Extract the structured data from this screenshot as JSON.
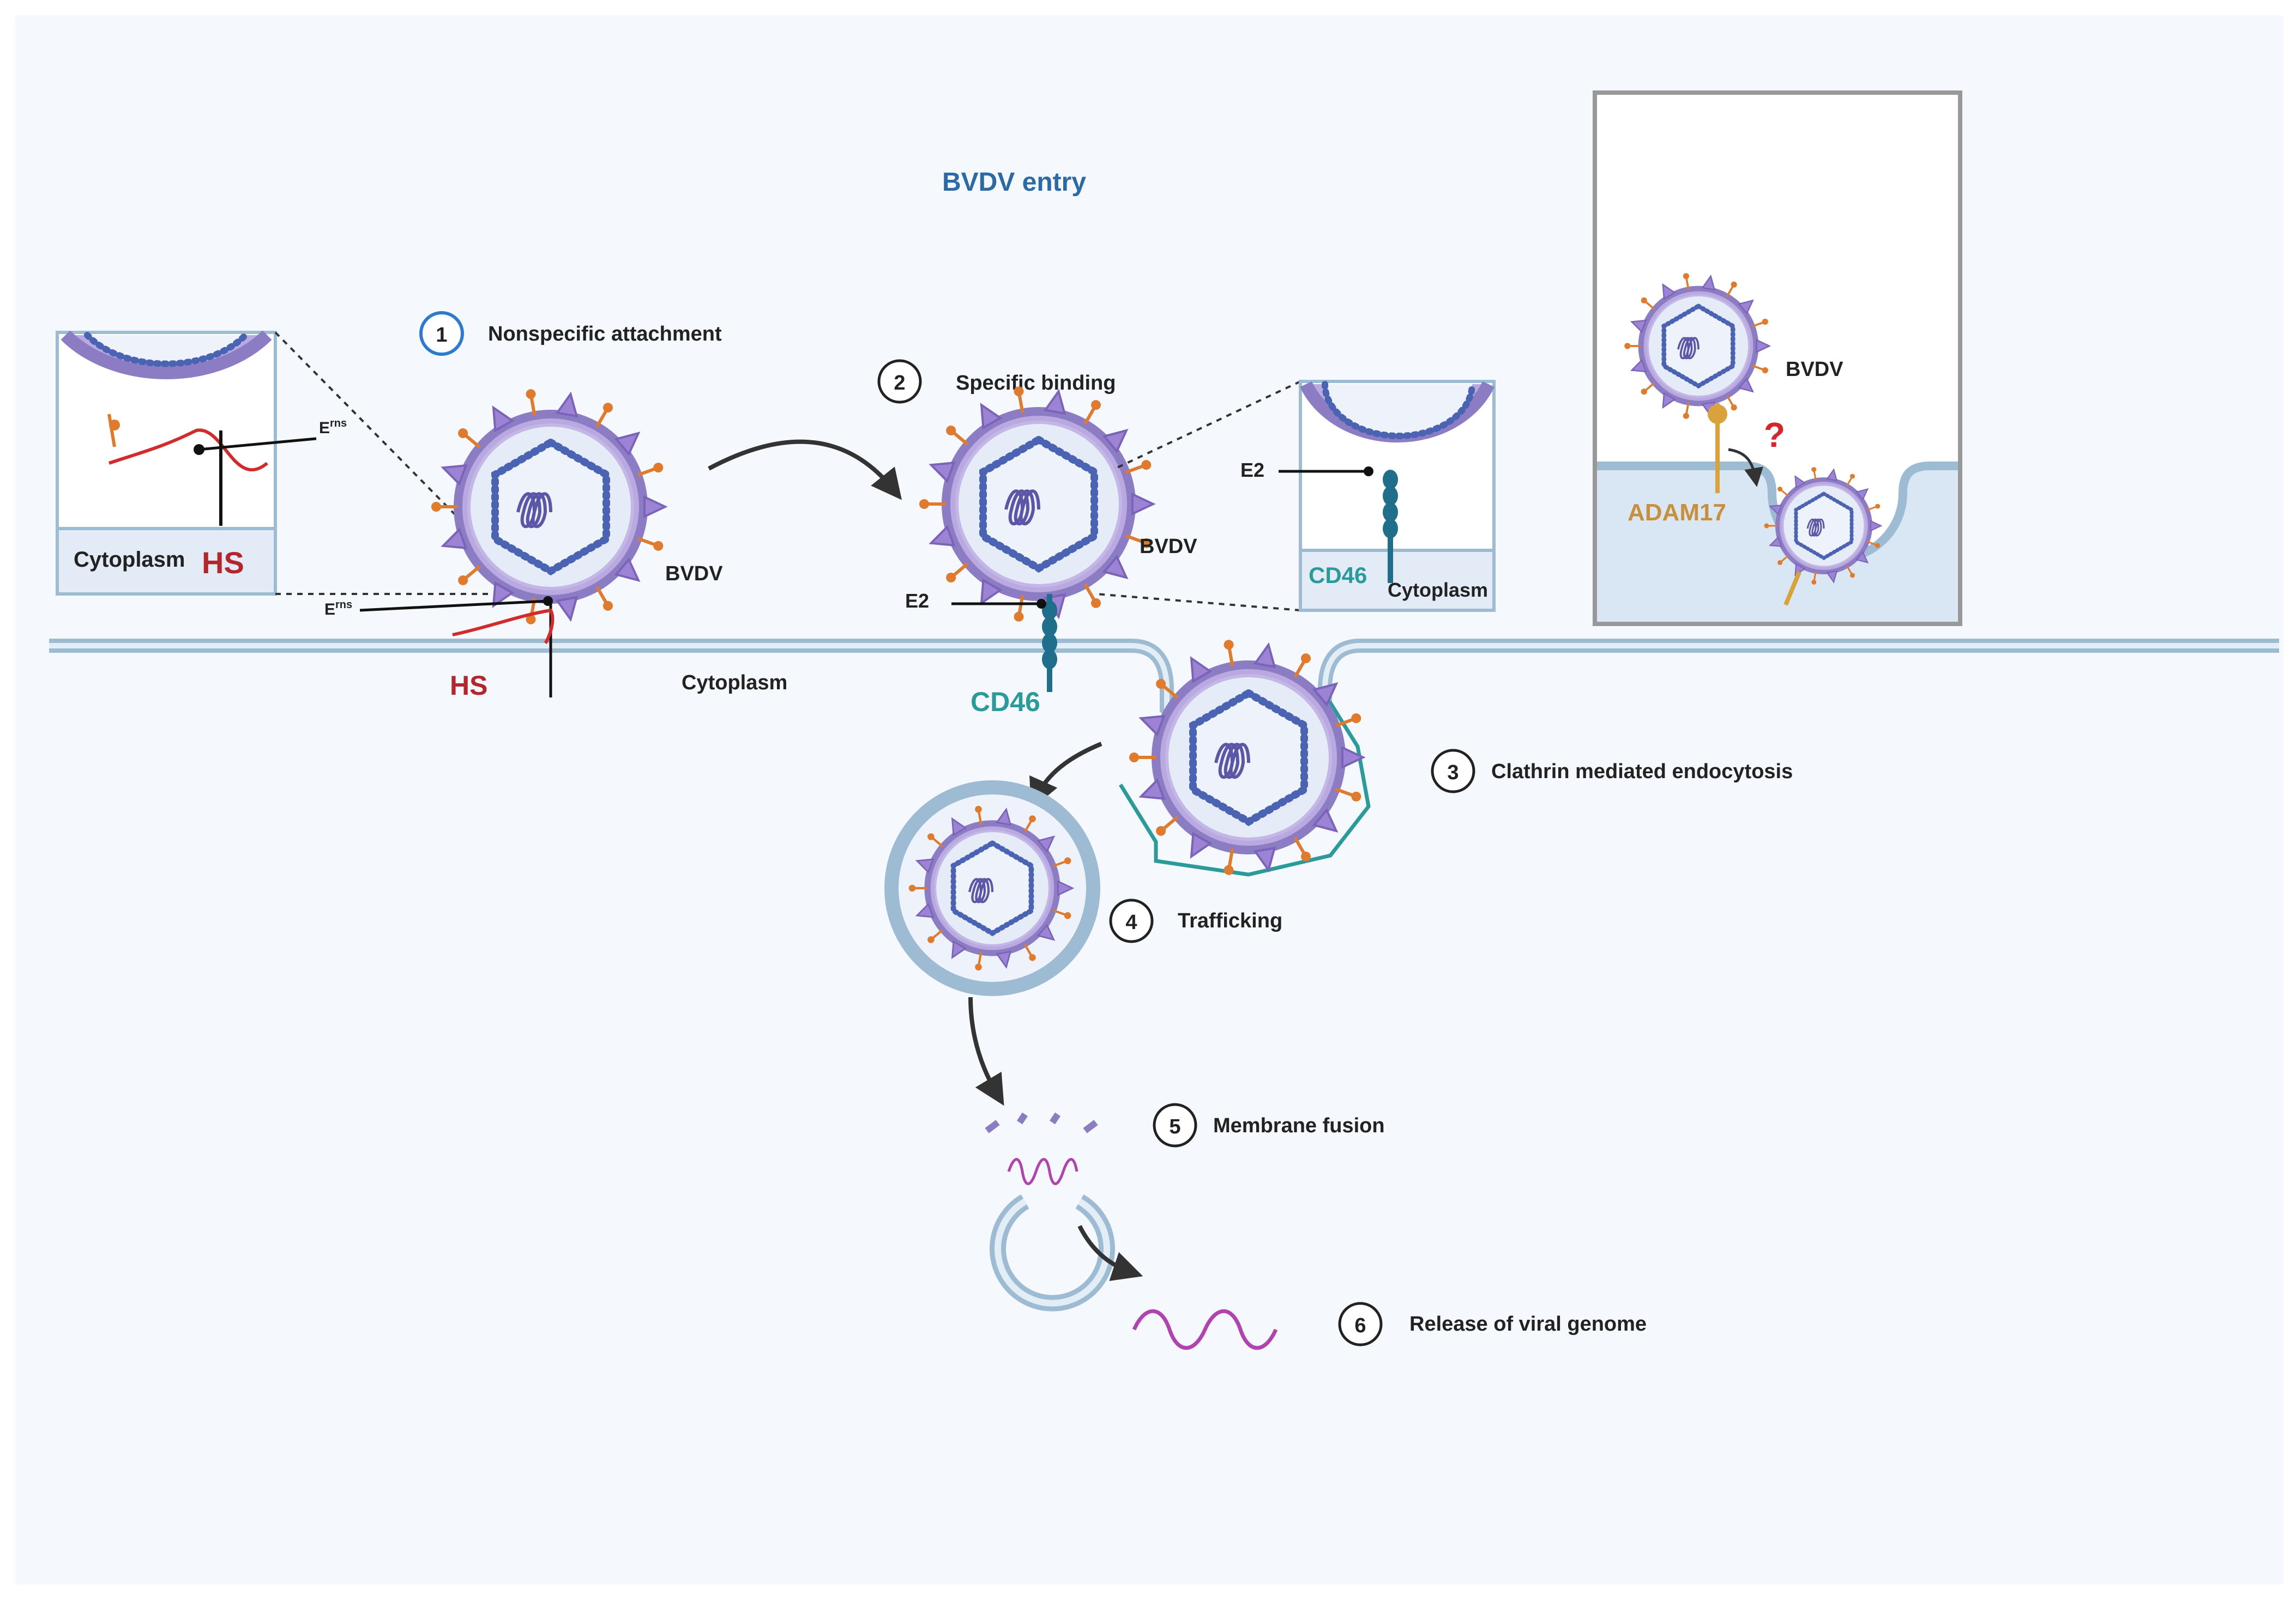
{
  "title": "BVDV entry",
  "steps": [
    {
      "num": "1",
      "label": "Nonspecific attachment"
    },
    {
      "num": "2",
      "label": "Specific binding"
    },
    {
      "num": "3",
      "label": "Clathrin mediated endocytosis"
    },
    {
      "num": "4",
      "label": "Trafficking"
    },
    {
      "num": "5",
      "label": "Membrane fusion"
    },
    {
      "num": "6",
      "label": "Release of viral genome"
    }
  ],
  "labels": {
    "virus": "BVDV",
    "hs": "HS",
    "cytoplasm": "Cytoplasm",
    "erns_main": "E",
    "erns_sup": "rns",
    "e2": "E2",
    "cd46": "CD46",
    "adam17": "ADAM17",
    "question": "?"
  },
  "colors": {
    "title": "#2b6aa6",
    "hs": "#b3262b",
    "cd46": "#2a9a9a",
    "adam17": "#c8903a",
    "question": "#d6262b",
    "membrane": "#9dbcd4",
    "virus_ring": "#8c7cc4",
    "capsid": "#4a63b2",
    "spike_orange": "#e07b2d",
    "step1_circle": "#2b7bd1",
    "clathrin": "#2a9a9a",
    "genome": "#b043b0",
    "background": "#f5f8fc"
  }
}
